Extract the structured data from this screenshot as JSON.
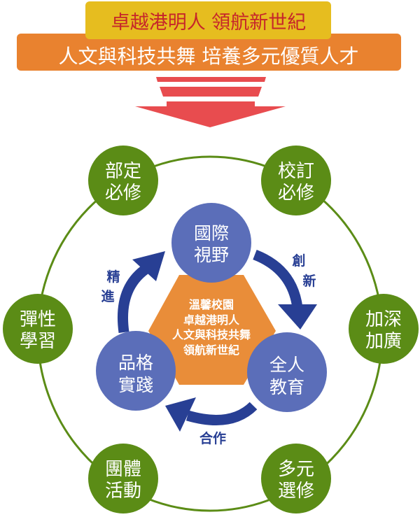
{
  "header": {
    "title": "卓越港明人  領航新世紀",
    "subtitle": "人文與科技共舞  培養多元優質人才"
  },
  "center": {
    "lines": [
      "溫馨校園",
      "卓越港明人",
      "人文與科技共舞",
      "領航新世紀"
    ]
  },
  "core": [
    {
      "l1": "國際",
      "l2": "視野"
    },
    {
      "l1": "全人",
      "l2": "教育"
    },
    {
      "l1": "品格",
      "l2": "實踐"
    }
  ],
  "cycle_labels": {
    "refine": [
      "精",
      "進"
    ],
    "innovate": [
      "創",
      "新"
    ],
    "cooperate": "合作"
  },
  "courses": [
    {
      "l1": "部定",
      "l2": "必修"
    },
    {
      "l1": "校訂",
      "l2": "必修"
    },
    {
      "l1": "彈性",
      "l2": "學習"
    },
    {
      "l1": "加深",
      "l2": "加廣"
    },
    {
      "l1": "團體",
      "l2": "活動"
    },
    {
      "l1": "多元",
      "l2": "選修"
    }
  ],
  "colors": {
    "yellow": "#e6bd1f",
    "title_red": "#c6262a",
    "orange": "#e9822f",
    "arrow_red": "#e84c4f",
    "green": "#5b8c16",
    "blue": "#5b6eb9",
    "dark_blue": "#283f94",
    "hex_orange": "#e98d39"
  }
}
